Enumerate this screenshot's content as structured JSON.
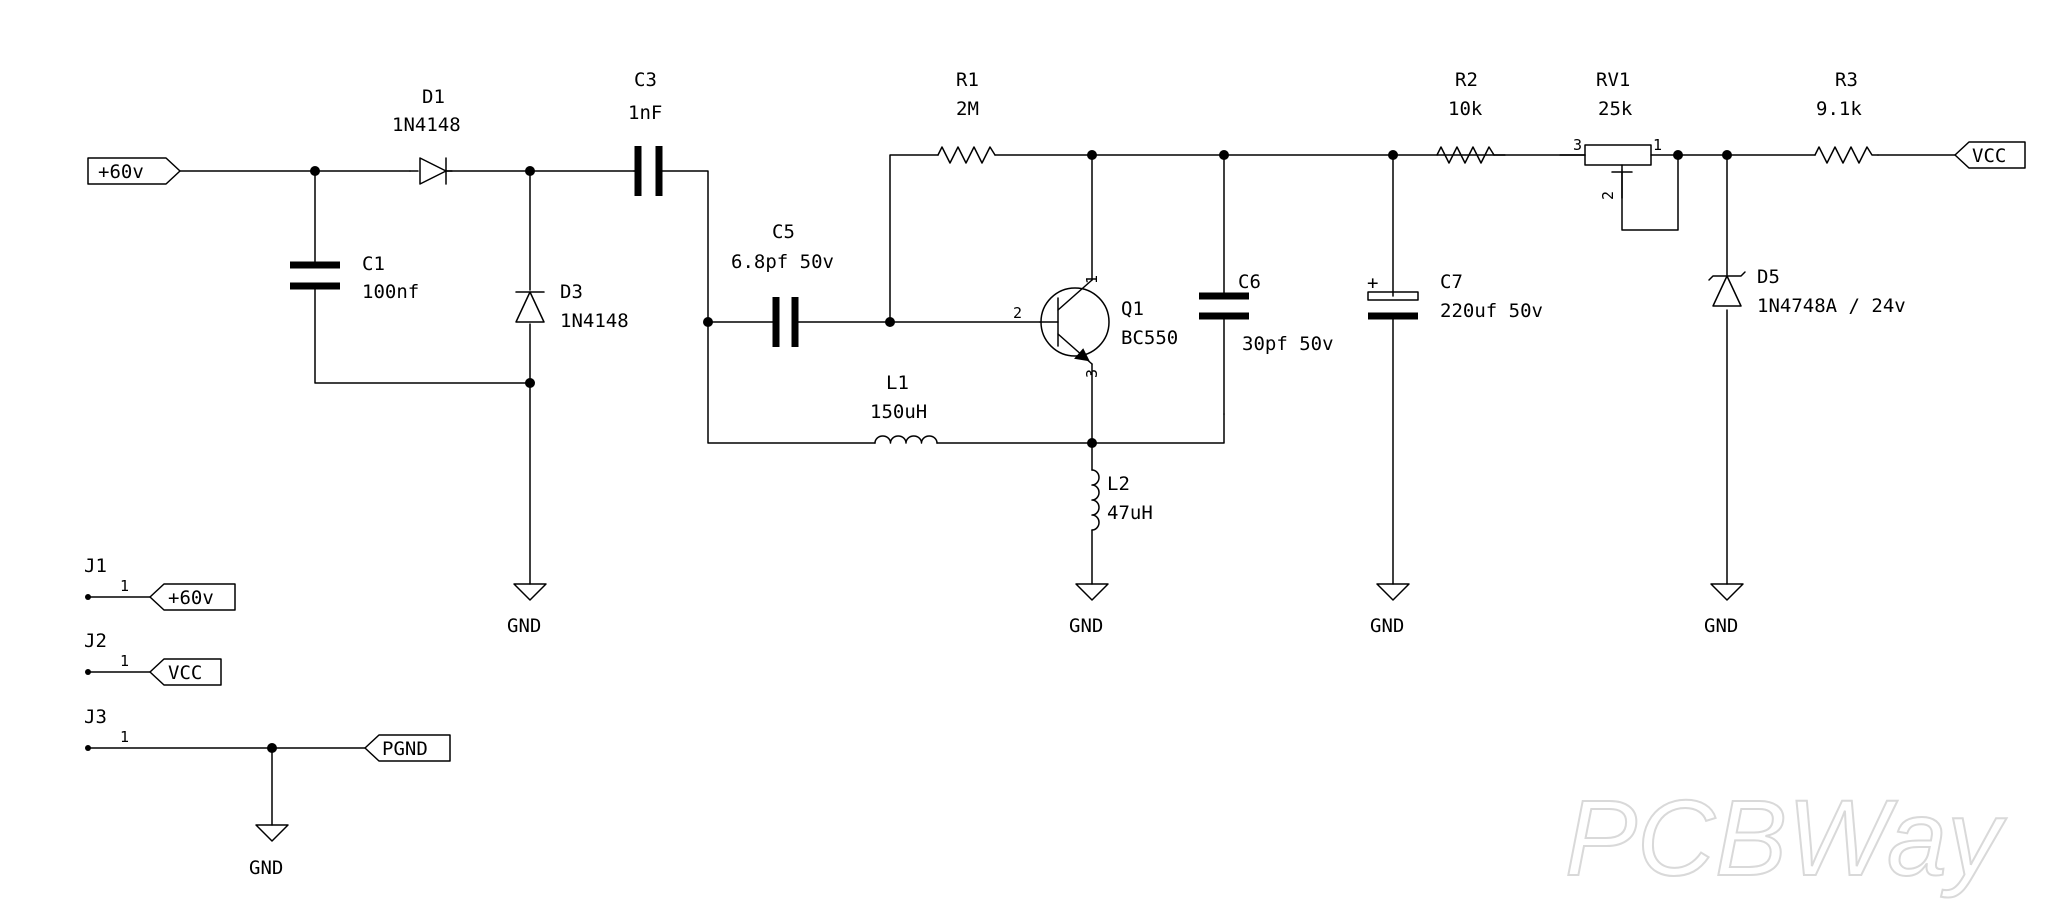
{
  "components": {
    "D1": {
      "ref": "D1",
      "value": "1N4148"
    },
    "C1": {
      "ref": "C1",
      "value": "100nf"
    },
    "D3": {
      "ref": "D3",
      "value": "1N4148"
    },
    "C3": {
      "ref": "C3",
      "value": "1nF"
    },
    "C5": {
      "ref": "C5",
      "value": "6.8pf 50v"
    },
    "R1": {
      "ref": "R1",
      "value": "2M"
    },
    "L1": {
      "ref": "L1",
      "value": "150uH"
    },
    "Q1": {
      "ref": "Q1",
      "value": "BC550",
      "pin_base": "2",
      "pin_collector": "1",
      "pin_emitter": "3"
    },
    "L2": {
      "ref": "L2",
      "value": "47uH"
    },
    "C6": {
      "ref": "C6",
      "value": "30pf 50v"
    },
    "C7": {
      "ref": "C7",
      "value": "220uf 50v",
      "polarity": "+"
    },
    "R2": {
      "ref": "R2",
      "value": "10k"
    },
    "RV1": {
      "ref": "RV1",
      "value": "25k",
      "pin3": "3",
      "pin1": "1",
      "pin2": "2"
    },
    "D5": {
      "ref": "D5",
      "value": "1N4748A / 24v"
    },
    "R3": {
      "ref": "R3",
      "value": "9.1k"
    }
  },
  "labels": {
    "in60": "+60v",
    "vcc": "VCC",
    "pgnd": "PGND",
    "gnd": "GND"
  },
  "connectors": [
    {
      "ref": "J1",
      "pin": "1",
      "net": "+60v"
    },
    {
      "ref": "J2",
      "pin": "1",
      "net": "VCC"
    },
    {
      "ref": "J3",
      "pin": "1",
      "net": "PGND"
    }
  ],
  "watermark": "PCBWay"
}
